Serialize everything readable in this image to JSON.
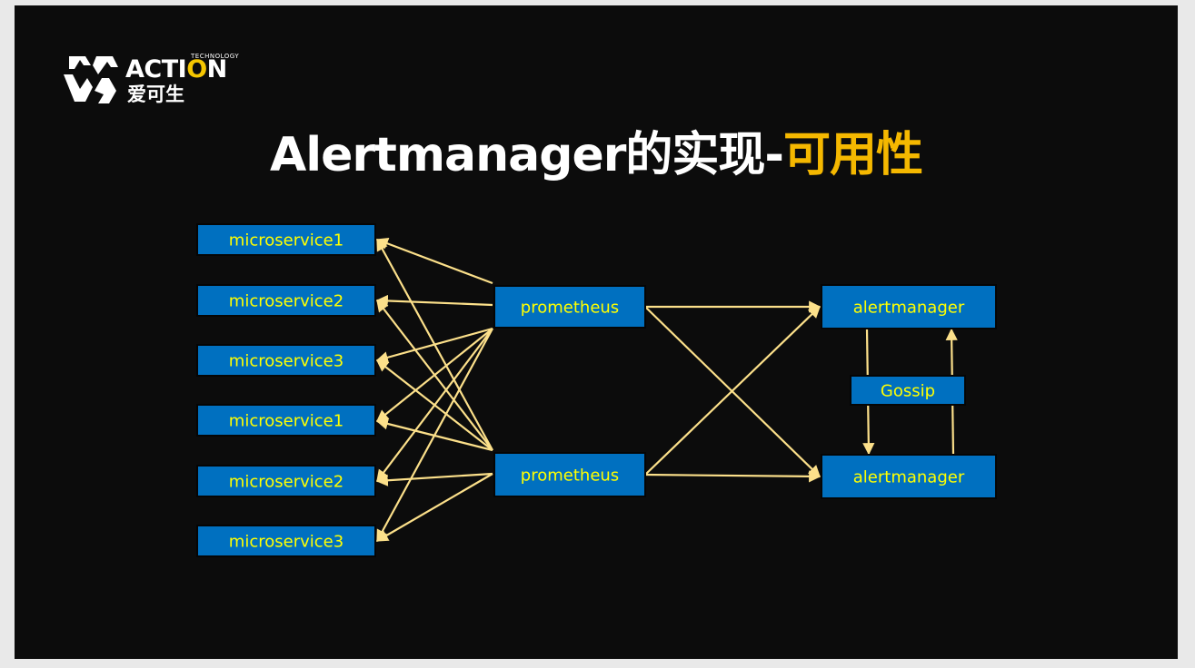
{
  "logo": {
    "technology": "TECHNOLOGY",
    "brand_pre": "ACTI",
    "brand_hl": "O",
    "brand_post": "N",
    "chinese": "爱可生",
    "icon": "action-logo-icon"
  },
  "title": {
    "main": "Alertmanager的实现-",
    "accent": "可用性"
  },
  "colors": {
    "background": "#0c0c0c",
    "node_fill": "#0070c0",
    "node_text": "#ffff00",
    "edge": "#fce08a",
    "title_accent": "#f5b800"
  },
  "nodes": [
    {
      "id": "ms1a",
      "label": "microservice1"
    },
    {
      "id": "ms2a",
      "label": "microservice2"
    },
    {
      "id": "ms3a",
      "label": "microservice3"
    },
    {
      "id": "ms1b",
      "label": "microservice1"
    },
    {
      "id": "ms2b",
      "label": "microservice2"
    },
    {
      "id": "ms3b",
      "label": "microservice3"
    },
    {
      "id": "prom1",
      "label": "prometheus"
    },
    {
      "id": "prom2",
      "label": "prometheus"
    },
    {
      "id": "am1",
      "label": "alertmanager"
    },
    {
      "id": "am2",
      "label": "alertmanager"
    },
    {
      "id": "gossip",
      "label": "Gossip"
    }
  ],
  "edges": [
    {
      "from": "prom1",
      "to": "ms1a"
    },
    {
      "from": "prom1",
      "to": "ms2a"
    },
    {
      "from": "prom1",
      "to": "ms3a"
    },
    {
      "from": "prom1",
      "to": "ms1b"
    },
    {
      "from": "prom1",
      "to": "ms2b"
    },
    {
      "from": "prom1",
      "to": "ms3b"
    },
    {
      "from": "prom2",
      "to": "ms1a"
    },
    {
      "from": "prom2",
      "to": "ms2a"
    },
    {
      "from": "prom2",
      "to": "ms3a"
    },
    {
      "from": "prom2",
      "to": "ms1b"
    },
    {
      "from": "prom2",
      "to": "ms2b"
    },
    {
      "from": "prom2",
      "to": "ms3b"
    },
    {
      "from": "prom1",
      "to": "am1"
    },
    {
      "from": "prom1",
      "to": "am2"
    },
    {
      "from": "prom2",
      "to": "am1"
    },
    {
      "from": "prom2",
      "to": "am2"
    },
    {
      "from": "am1",
      "to": "am2"
    },
    {
      "from": "am2",
      "to": "am1"
    }
  ]
}
